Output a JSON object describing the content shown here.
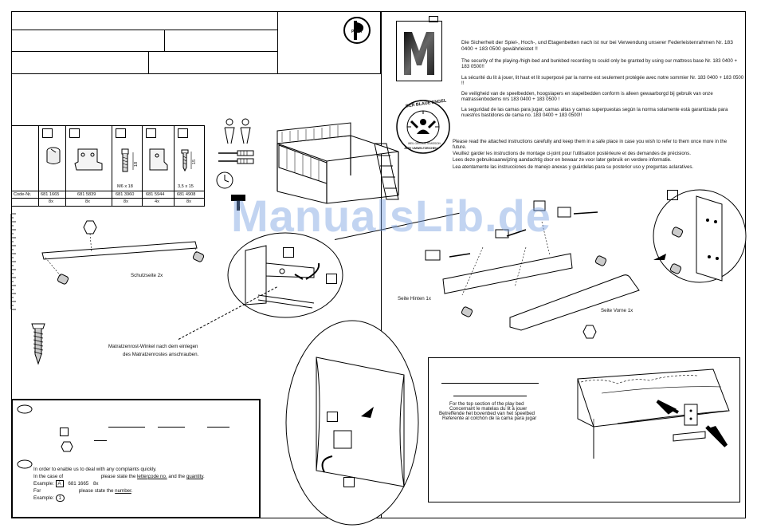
{
  "brand": {
    "logo_text": "PAIDI"
  },
  "safety": {
    "de": "Die Sicherheit der Spiel-, Hoch-, und Etagenbetten nach                         ist nur bei Verwendung unserer Federleistenrahmen Nr. 183 0400 + 183 0500 gewährleistet !!",
    "en": "The security of the playing-/high-bed and bunkbed recording to                       could only be granted by using our mattress base Nr. 183 0400 + 183 0500!!",
    "fr": "La sécurité du lit à jouer, lit haut et lit superposé par la norme                       est seulement protégée avec notre sommier Nr. 183 0400 + 183 0500 !!",
    "nl": "De veiligheid van de speelbedden, hoogslapers en stapelbedden conform                        is alleen gewaarborgd bij gebruik van onze matrassenbodems nrs 183 0400 + 183 0500 !",
    "es": "La seguridad de las camas para jugar, camas altas y camas superpuestas según la norma                    solamente está garantizada para nuestros bastidores de cama no. 183 0400 + 183 0500!!"
  },
  "eco_label": {
    "top": "DER BLAUE ENGEL",
    "bottom": "JURY UMWELTZEICHEN",
    "mid": "WEIL GERINGSTEMISSION"
  },
  "instructions": {
    "en": "Please read the attached instructions carefully and keep them in a safe place in case you wish to refer to them once more in the future.",
    "fr": "Veuillez garder les instructions de montage ci-joint pour l'utilisation postérieure et des demandes de précisions.",
    "nl": "Lees deze gebruiksaanwijzing aandachtig door en bewaar ze voor later gebruik en verdere informatie.",
    "es": "Lea atentamente las instrucciones de manejo anexas y guárdelas para su posterior uso y preguntas aclaratives."
  },
  "parts_table": {
    "row_label": "Code-Nr.",
    "items": [
      {
        "code": "681 1665",
        "qty": "8x",
        "size": ""
      },
      {
        "code": "681 5839",
        "qty": "8x",
        "size": ""
      },
      {
        "code": "681 3960",
        "qty": "8x",
        "size": "M6 x 18"
      },
      {
        "code": "681 5944",
        "qty": "4x",
        "size": ""
      },
      {
        "code": "681 4908",
        "qty": "8x",
        "size": "3,5 x 15"
      }
    ],
    "dim_a": "18",
    "dim_b": "15"
  },
  "labels": {
    "schutzseite": "Schutzseite 2x",
    "seite_hinten": "Seite Hinten 1x",
    "seite_vorne": "Seite Vorne 1x",
    "matratzen_1": "Matratzenrost-Winkel          nach dem einlegen",
    "matratzen_2": "des Matratzenrostes anschrauben."
  },
  "playbed_box": {
    "en": "For the top section of the play bed",
    "fr": "Concernant le matelas du lit à jouer",
    "nl": "Betreffende het bovenbed van het speelbed",
    "es": "Referente al colchón de la cama para jugar"
  },
  "complaint_box": {
    "line1": "In order to enable us to deal with any complaints quickly.",
    "line2_a": "In the case of",
    "line2_b": "please state the",
    "line2_letter": "letter",
    "line2_code": "code no.",
    "line2_and": "and the",
    "line2_qty": "quantity",
    "example1_label": "Example:",
    "example1_letter": "A",
    "example1_code": "681 1665",
    "example1_qty": "8x",
    "line3_a": "For",
    "line3_b": "please state the",
    "line3_number": "number",
    "example2_label": "Example:",
    "example2_num": "1"
  },
  "watermark": "ManualsLib.de"
}
